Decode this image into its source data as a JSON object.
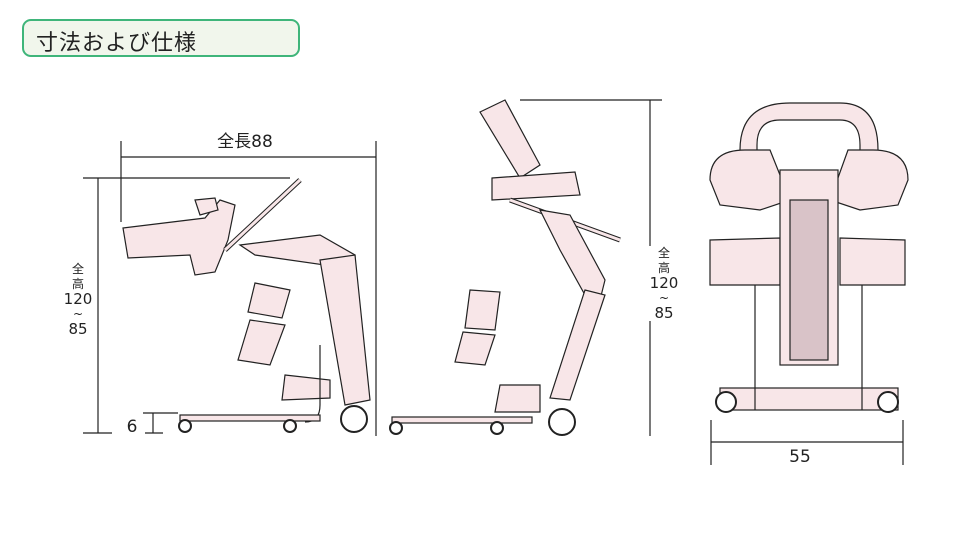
{
  "header": {
    "title": "寸法および仕様"
  },
  "side_view": {
    "length_label": "全長88",
    "height_label": {
      "char1": "全",
      "char2": "高",
      "max": "120",
      "sep": "~",
      "min": "85"
    },
    "clearance_label": "6"
  },
  "side_view_raised": {
    "height_label": {
      "char1": "全",
      "char2": "高",
      "max": "120",
      "sep": "~",
      "min": "85"
    }
  },
  "front_view": {
    "width_label": "55"
  },
  "colors": {
    "accent": "#3fb57a",
    "fill": "#f8e6e8",
    "title_bg": "#f1f6ec"
  }
}
